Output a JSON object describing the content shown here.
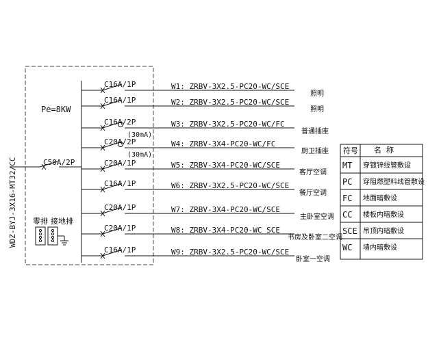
{
  "panel": {
    "power_label": "Pe=8KW",
    "main_breaker": "C50A/2P",
    "incoming_cable": "WDZ-BYJ-3X16-MT32/CC",
    "neutral_bar_label": "零排",
    "ground_bar_label": "接地排"
  },
  "circuits": [
    {
      "breaker": "C16A/1P",
      "rcd": "",
      "cable": "W1: ZRBV-3X2.5-PC20-WC/SCE",
      "use": "照明"
    },
    {
      "breaker": "C16A/1P",
      "rcd": "",
      "cable": "W2: ZRBV-3X2.5-PC20-WC/SCE",
      "use": "照明"
    },
    {
      "breaker": "C16A/2P",
      "rcd": "(30mA)",
      "cable": "W3: ZRBV-3X2.5-PC20-WC/FC",
      "use": "普通插座"
    },
    {
      "breaker": "C20A/2P",
      "rcd": "(30mA)",
      "cable": "W4: ZRBV-3X4-PC20-WC/FC",
      "use": "厨卫插座"
    },
    {
      "breaker": "C20A/1P",
      "rcd": "",
      "cable": "W5: ZRBV-3X4-PC20-WC/SCE",
      "use": "客厅空调"
    },
    {
      "breaker": "C16A/1P",
      "rcd": "",
      "cable": "W6: ZRBV-3X2.5-PC20-WC/SCE",
      "use": "餐厅空调"
    },
    {
      "breaker": "C20A/1P",
      "rcd": "",
      "cable": "W7: ZRBV-3X4-PC20-WC/SCE",
      "use": "主卧室空调"
    },
    {
      "breaker": "C20A/1P",
      "rcd": "",
      "cable": "W8: ZRBV-3X4-PC20-WC SCE",
      "use": "书房及卧室二空调"
    },
    {
      "breaker": "C16A/1P",
      "rcd": "",
      "cable": "W9: ZRBV-3X2.5-PC20-WC/SCE",
      "use": "卧室一空调"
    }
  ],
  "legend": {
    "header_symbol": "符号",
    "header_name": "名  称",
    "rows": [
      {
        "symbol": "MT",
        "name": "穿镀锌线管敷设"
      },
      {
        "symbol": "PC",
        "name": "穿阻燃塑料线管敷设"
      },
      {
        "symbol": "FC",
        "name": "地面暗敷设"
      },
      {
        "symbol": "CC",
        "name": "楼板内暗敷设"
      },
      {
        "symbol": "SCE",
        "name": "吊顶内暗敷设"
      },
      {
        "symbol": "WC",
        "name": "墙内暗敷设"
      }
    ]
  }
}
